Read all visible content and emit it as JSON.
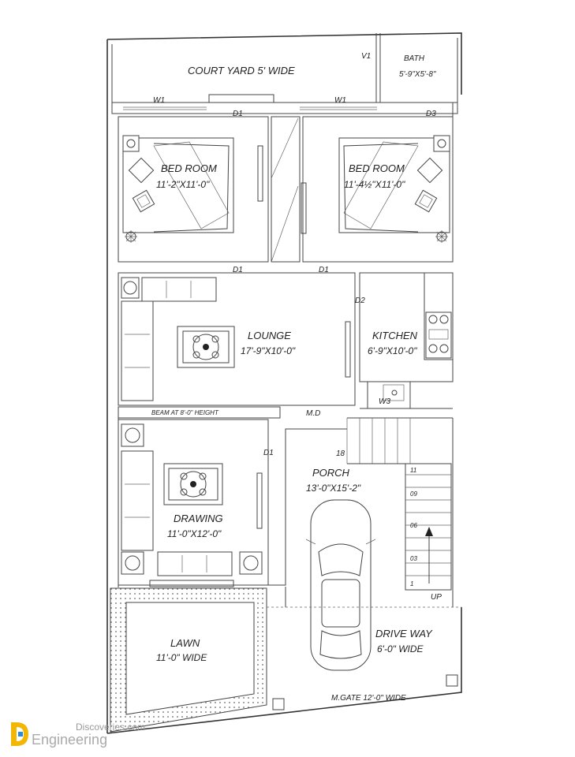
{
  "rooms": {
    "court_yard": {
      "name": "COURT YARD 5' WIDE"
    },
    "bath": {
      "name": "BATH",
      "dim": "5'-9\"X5'-8\""
    },
    "bed_left": {
      "name": "BED ROOM",
      "dim": "11'-2\"X11'-0\""
    },
    "bed_right": {
      "name": "BED ROOM",
      "dim": "11'-4½\"X11'-0\""
    },
    "lounge": {
      "name": "LOUNGE",
      "dim": "17'-9\"X10'-0\""
    },
    "kitchen": {
      "name": "KITCHEN",
      "dim": "6'-9\"X10'-0\""
    },
    "porch": {
      "name": "PORCH",
      "dim": "13'-0\"X15'-2\""
    },
    "drawing": {
      "name": "DRAWING",
      "dim": "11'-0\"X12'-0\""
    },
    "lawn": {
      "name": "LAWN",
      "dim": "11'-0\" WIDE"
    },
    "drive_way": {
      "name": "DRIVE WAY",
      "dim": "6'-0\" WIDE"
    }
  },
  "labels": {
    "v1": "V1",
    "w1_left": "W1",
    "w1_right": "W1",
    "d1_top": "D1",
    "d3": "D3",
    "d1_mid_left": "D1",
    "d1_mid_right": "D1",
    "d2": "D2",
    "beam": "BEAM AT 8'-0\" HEIGHT",
    "md": "M.D",
    "w3": "W3",
    "d1_drawing": "D1",
    "step_count": "18",
    "gate": "M.GATE 12'-0\" WIDE"
  },
  "stairs": {
    "step_labels": [
      "11",
      "09",
      "06",
      "03",
      "1"
    ],
    "up_label": "UP"
  },
  "branding": {
    "top_text": "Discoveries.com",
    "bottom_text": "Engineering"
  },
  "colors": {
    "line": "#333333",
    "logo_accent": "#f2b705"
  }
}
